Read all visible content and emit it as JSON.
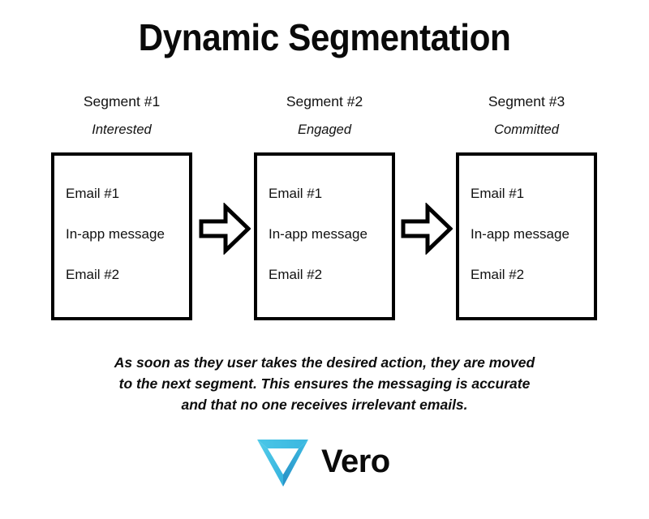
{
  "title": "Dynamic Segmentation",
  "segments": [
    {
      "title": "Segment #1",
      "subtitle": "Interested",
      "items": [
        "Email #1",
        "In-app message",
        "Email #2"
      ]
    },
    {
      "title": "Segment #2",
      "subtitle": "Engaged",
      "items": [
        "Email #1",
        "In-app message",
        "Email #2"
      ]
    },
    {
      "title": "Segment #3",
      "subtitle": "Committed",
      "items": [
        "Email #1",
        "In-app message",
        "Email #2"
      ]
    }
  ],
  "arrows": [
    {
      "name": "arrow-right-icon"
    },
    {
      "name": "arrow-right-icon"
    }
  ],
  "caption": {
    "line1": "As soon as they user takes the desired action, they are moved",
    "line2": "to the next segment. This ensures the messaging is accurate",
    "line3": "and that no one receives irrelevant emails."
  },
  "logo": {
    "wordmark": "Vero",
    "mark": "vero-triangle-icon",
    "colors": {
      "light": "#4cc8e8",
      "mid": "#39b6e0",
      "dark": "#2a94c8",
      "text": "#0a0a0a"
    }
  },
  "colors": {
    "background": "#ffffff",
    "ink": "#000000",
    "accent": "#39b6e0"
  }
}
